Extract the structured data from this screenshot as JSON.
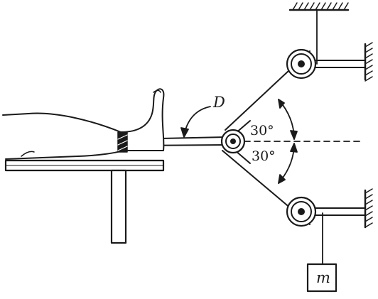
{
  "diagram": {
    "force_label": "D",
    "angle_upper": "30°",
    "angle_lower": "30°",
    "mass_label": "m"
  }
}
